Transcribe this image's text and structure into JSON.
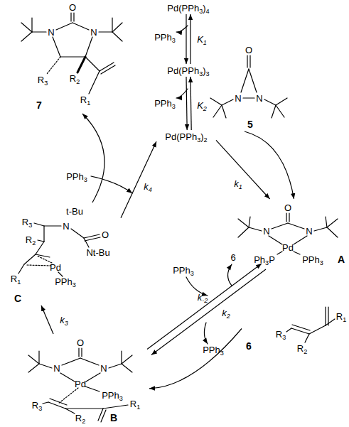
{
  "diagram": {
    "nodes": [
      {
        "text": [
          "Pd(PPh3)4"
        ]
      },
      {
        "text": [
          "Pd(PPh3)3"
        ]
      },
      {
        "text": [
          "Pd(PPh3)2"
        ]
      },
      {
        "text": [
          "O",
          "N",
          "N",
          "5"
        ]
      },
      {
        "text": [
          "O",
          "N",
          "N",
          "Pd",
          "Ph3P",
          "PPh3",
          "A"
        ]
      },
      {
        "text": [
          "R3",
          "R2",
          "R1",
          "6"
        ]
      },
      {
        "text": [
          "O",
          "N",
          "N",
          "Pd",
          "PPh3",
          "R3",
          "R2",
          "R1",
          "B"
        ]
      },
      {
        "text": [
          "R3",
          "t-Bu",
          "N",
          "R2",
          "O",
          "Nt-Bu",
          "Pd",
          "R1",
          "PPh3",
          "C"
        ]
      },
      {
        "text": [
          "O",
          "N",
          "N",
          "R3",
          "R2",
          "R1",
          "7"
        ]
      }
    ],
    "edges": [
      {
        "from": 0,
        "to": 1,
        "arrow": "both",
        "label": "K1"
      },
      {
        "from": 1,
        "to": 2,
        "arrow": "both",
        "label": "K2"
      },
      {
        "from": 2,
        "to": 4,
        "arrow": "to",
        "label": "k1"
      },
      {
        "from": 3,
        "to": 4,
        "arrow": "to"
      },
      {
        "from": 4,
        "to": 6,
        "arrow": "to",
        "label": "k2"
      },
      {
        "from": 6,
        "to": 4,
        "arrow": "to",
        "label": "k-2"
      },
      {
        "from": 5,
        "to": 6,
        "arrow": "to"
      },
      {
        "from": 6,
        "to": 7,
        "arrow": "to",
        "label": "k3"
      },
      {
        "from": 7,
        "to": 2,
        "arrow": "to",
        "label": "k4"
      },
      {
        "from": 7,
        "to": 8,
        "arrow": "to"
      }
    ],
    "labels": [
      "PPh3",
      "PPh3",
      "6",
      "PPh3",
      "PPh3",
      "PPh3"
    ]
  }
}
